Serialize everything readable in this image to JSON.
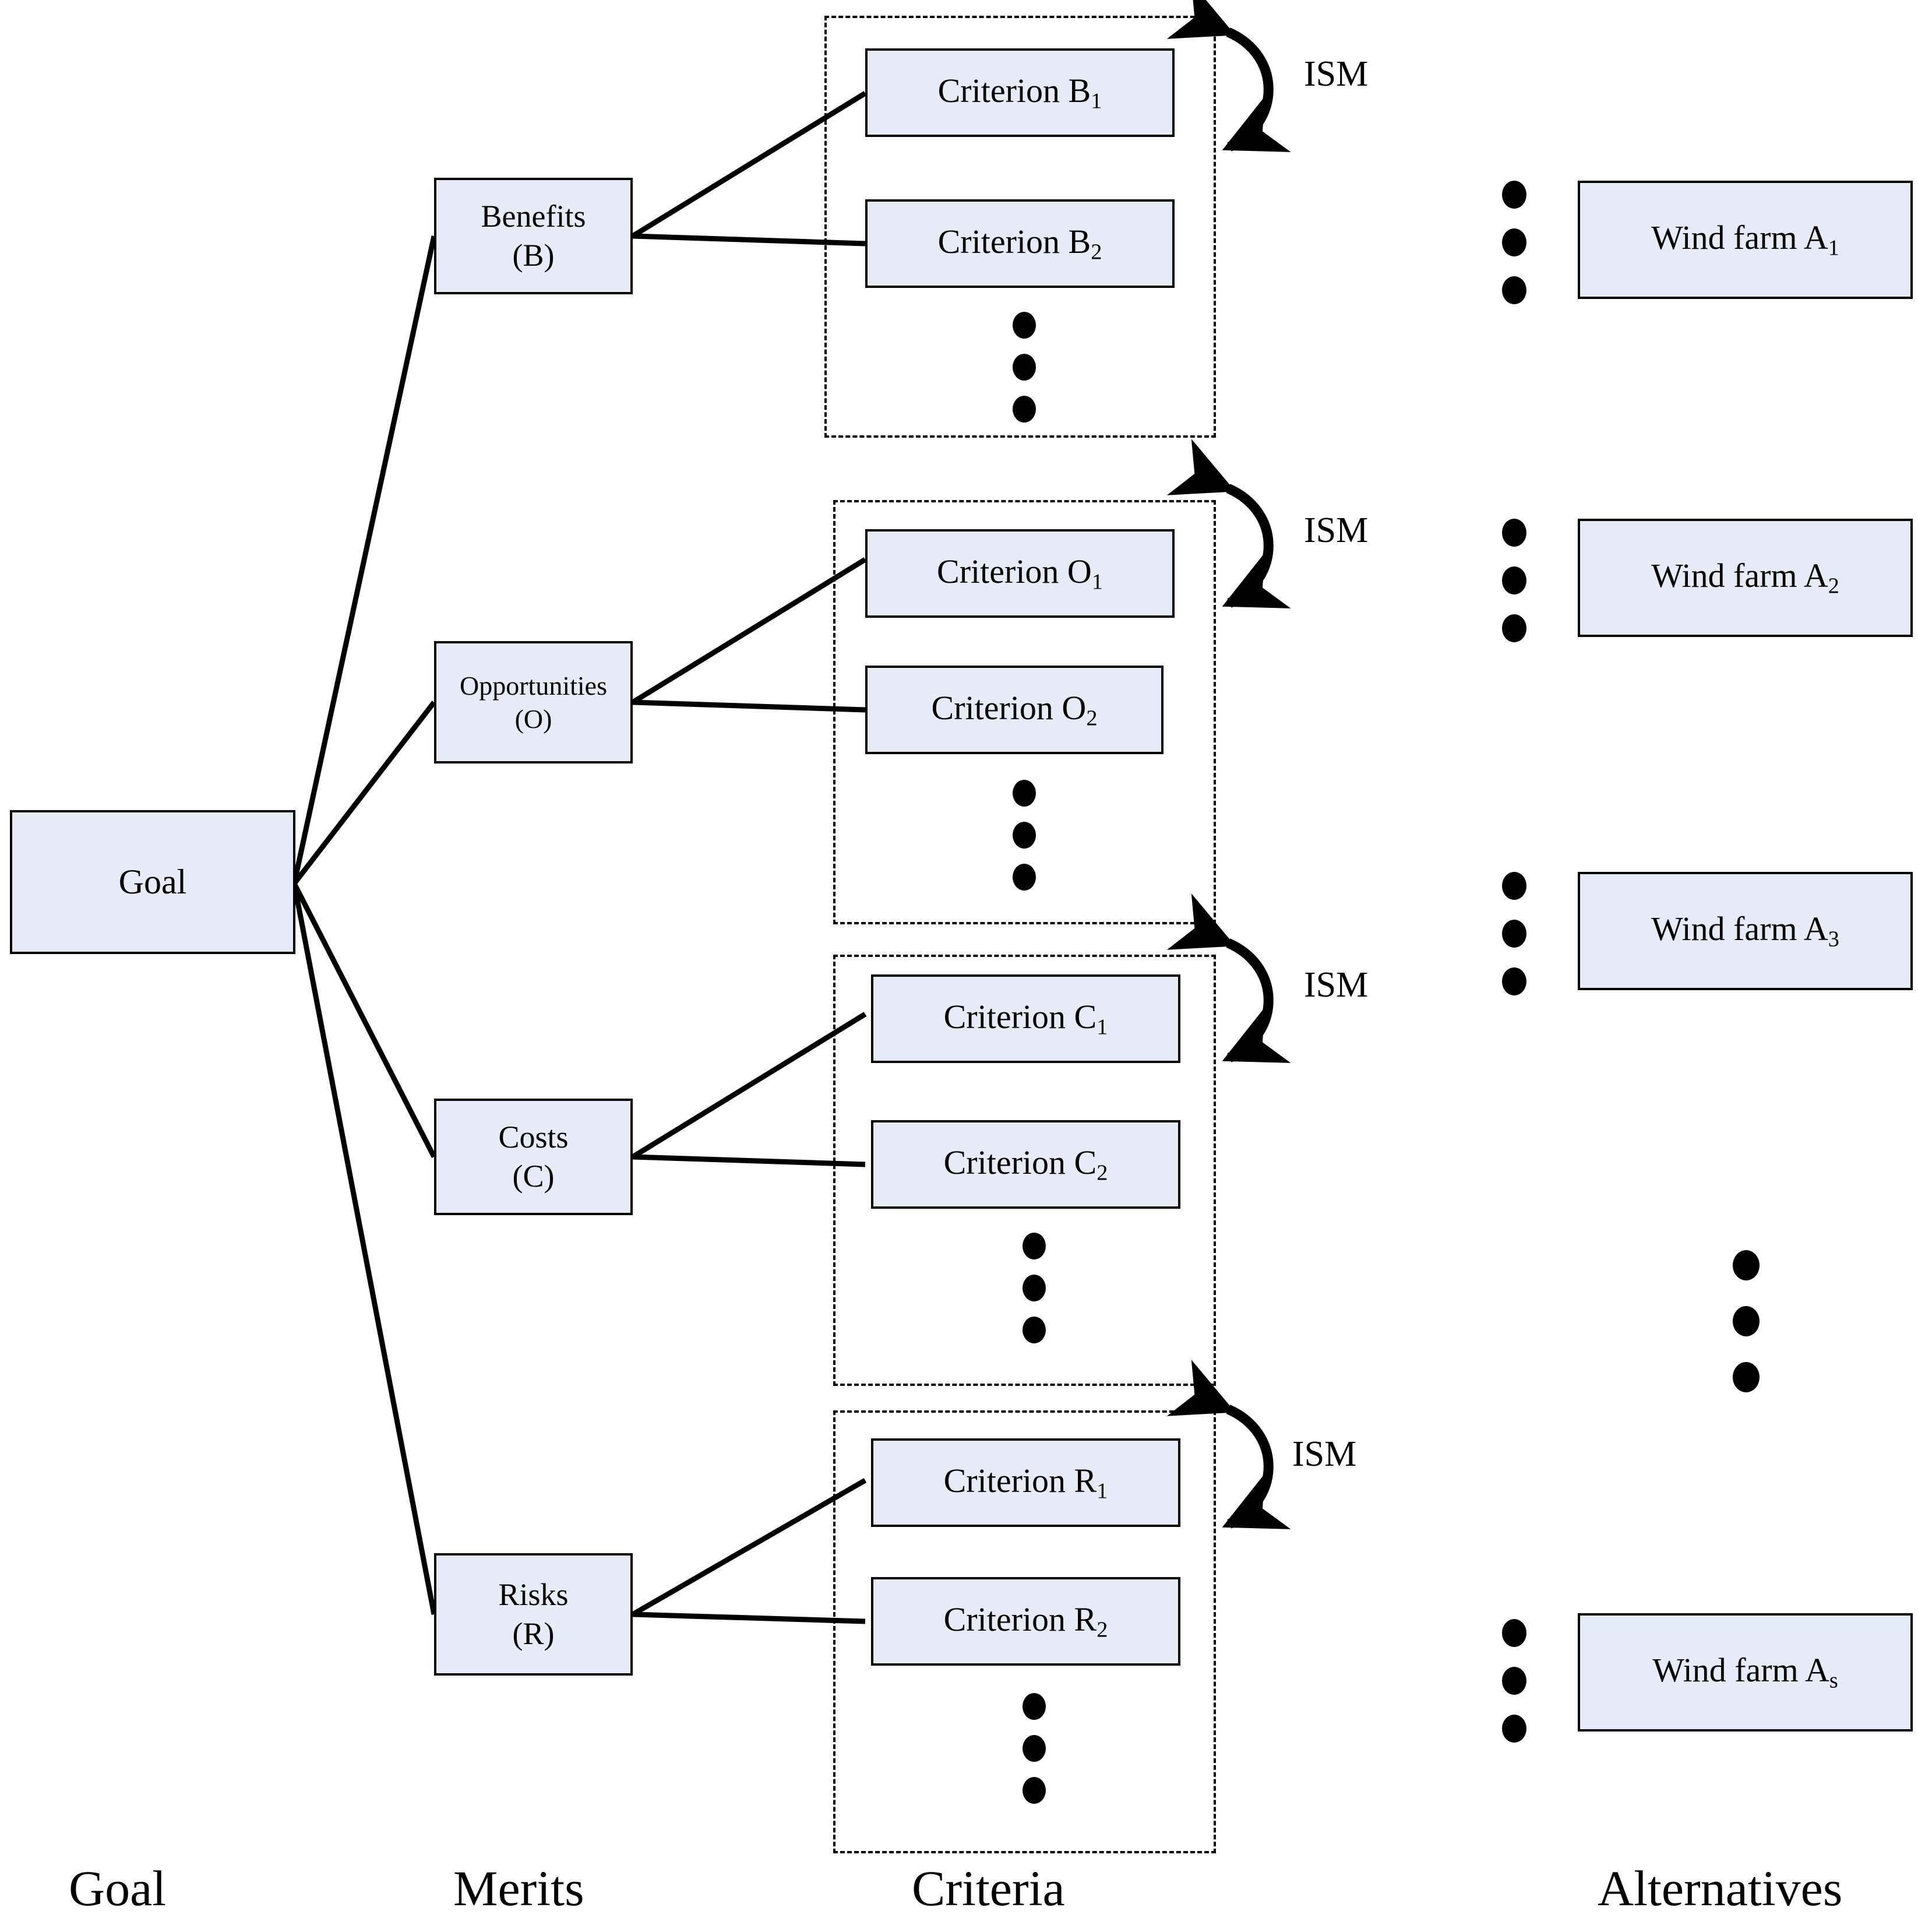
{
  "diagram": {
    "title_columns": [
      "Goal",
      "Merits",
      "Criteria",
      "Alternatives"
    ],
    "goal": {
      "label": "Goal"
    },
    "merits": [
      {
        "id": "B",
        "name": "Benefits",
        "code": "(B)"
      },
      {
        "id": "O",
        "name": "Opportunities",
        "code": "(O)"
      },
      {
        "id": "C",
        "name": "Costs",
        "code": "(C)"
      },
      {
        "id": "R",
        "name": "Risks",
        "code": "(R)"
      }
    ],
    "criteria_groups": [
      {
        "merit": "B",
        "ism_label": "ISM",
        "items": [
          {
            "text": "Criterion B",
            "sub": "1"
          },
          {
            "text": "Criterion B",
            "sub": "2"
          }
        ],
        "continuation": "vertical-ellipsis"
      },
      {
        "merit": "O",
        "ism_label": "ISM",
        "items": [
          {
            "text": "Criterion O",
            "sub": "1"
          },
          {
            "text": "Criterion O",
            "sub": "2"
          }
        ],
        "continuation": "vertical-ellipsis"
      },
      {
        "merit": "C",
        "ism_label": "ISM",
        "items": [
          {
            "text": "Criterion C",
            "sub": "1"
          },
          {
            "text": "Criterion C",
            "sub": "2"
          }
        ],
        "continuation": "vertical-ellipsis"
      },
      {
        "merit": "R",
        "ism_label": "ISM",
        "items": [
          {
            "text": "Criterion R",
            "sub": "1"
          },
          {
            "text": "Criterion R",
            "sub": "2"
          }
        ],
        "continuation": "vertical-ellipsis"
      }
    ],
    "alternatives": [
      {
        "text": "Wind farm A",
        "sub": "1"
      },
      {
        "text": "Wind farm A",
        "sub": "2"
      },
      {
        "text": "Wind farm A",
        "sub": "3"
      },
      {
        "text": "Wind farm A",
        "sub": "s"
      }
    ],
    "captions": {
      "goal": "Goal",
      "merits": "Merits",
      "criteria": "Criteria",
      "alternatives": "Alternatives"
    },
    "colors": {
      "node_fill": "#e6ecf7",
      "node_border": "#000000",
      "group_border": "#000000",
      "text": "#000000",
      "background": "#ffffff"
    }
  }
}
